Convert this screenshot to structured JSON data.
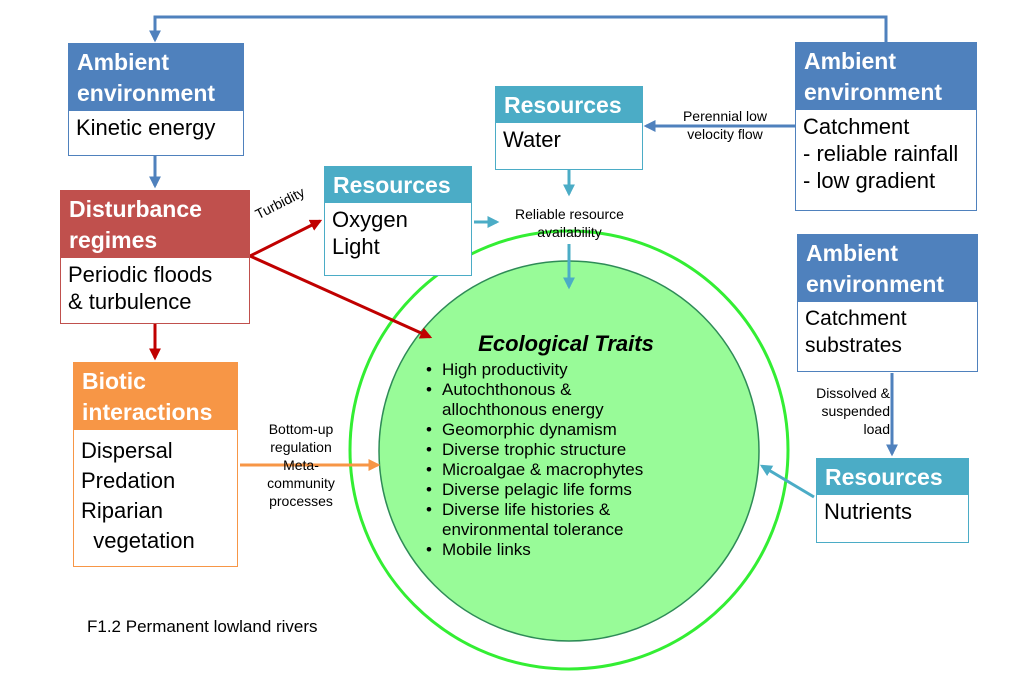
{
  "boxes": {
    "ambient_kinetic": {
      "header": [
        "Ambient",
        "environment"
      ],
      "body": [
        "Kinetic energy"
      ]
    },
    "ambient_catchment": {
      "header": [
        "Ambient",
        "environment"
      ],
      "body": [
        "Catchment",
        "- reliable rainfall",
        "- low gradient"
      ]
    },
    "ambient_substrates": {
      "header": [
        "Ambient",
        "environment"
      ],
      "body": [
        "Catchment",
        "substrates"
      ]
    },
    "resources_water": {
      "header": [
        "Resources"
      ],
      "body": [
        "Water"
      ]
    },
    "resources_oxygen": {
      "header": [
        "Resources"
      ],
      "body": [
        "Oxygen",
        "Light"
      ]
    },
    "resources_nutrients": {
      "header": [
        "Resources"
      ],
      "body": [
        "Nutrients"
      ]
    },
    "disturbance": {
      "header": [
        "Disturbance",
        "regimes"
      ],
      "body": [
        "Periodic floods",
        "& turbulence"
      ]
    },
    "biotic": {
      "header": [
        "Biotic",
        "interactions"
      ],
      "body": [
        "Dispersal",
        "Predation",
        "Riparian",
        "  vegetation"
      ]
    }
  },
  "labels": {
    "perennial": [
      "Perennial low",
      "velocity flow"
    ],
    "turbidity": "Turbidity",
    "reliable": [
      "Reliable resource",
      "availability"
    ],
    "dissolved": [
      "Dissolved &",
      "suspended",
      "load"
    ],
    "bottom_up": [
      "Bottom-up",
      "regulation",
      "Meta-",
      "community",
      "processes"
    ]
  },
  "traits": {
    "title": "Ecological Traits",
    "items": [
      "High productivity",
      "Autochthonous &\nallochthonous energy",
      "Geomorphic dynamism",
      "Diverse trophic structure",
      "Microalgae & macrophytes",
      "Diverse pelagic life forms",
      "Diverse life histories &\nenvironmental tolerance",
      "Mobile links"
    ]
  },
  "caption": "F1.2 Permanent lowland rivers",
  "colors": {
    "ambient_blue": "#4f81bd",
    "resources_teal": "#4bacc6",
    "disturbance_red": "#c0504d",
    "biotic_orange": "#f79646",
    "traits_fill": "#98fb98",
    "traits_ring": "#33ee33"
  }
}
